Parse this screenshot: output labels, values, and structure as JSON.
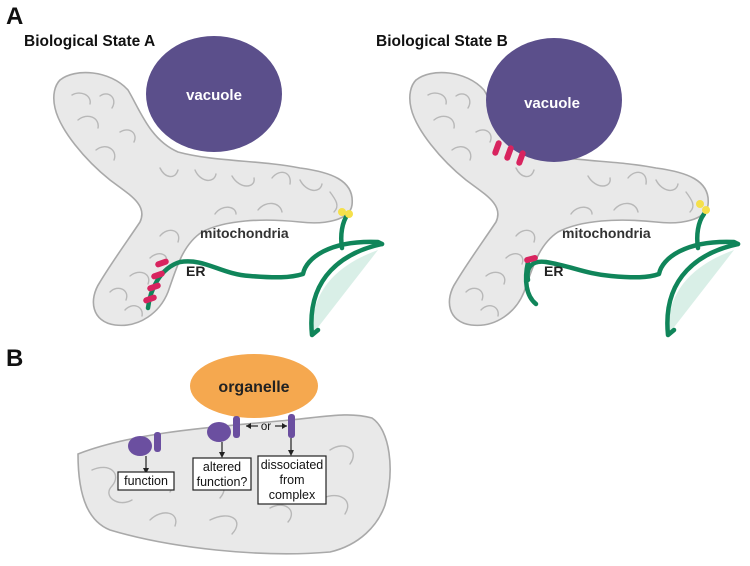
{
  "panel_a": {
    "letter": "A",
    "state_a": {
      "title": "Biological State A",
      "vacuole_label": "vacuole",
      "mito_label": "mitochondria",
      "er_label": "ER"
    },
    "state_b": {
      "title": "Biological State B",
      "vacuole_label": "vacuole",
      "mito_label": "mitochondria",
      "er_label": "ER"
    }
  },
  "panel_b": {
    "letter": "B",
    "organelle_label": "organelle",
    "or_label": "or",
    "box_function": "function",
    "box_altered": [
      "altered",
      "function?"
    ],
    "box_dissociated": [
      "dissociated",
      "from",
      "complex"
    ]
  },
  "colors": {
    "vacuole": "#5b4f8b",
    "er": "#10855a",
    "organelle": "#f5a84f",
    "protein": "#6b4fa0",
    "tether_red": "#d8245f",
    "tether_yellow": "#f5e04a"
  }
}
